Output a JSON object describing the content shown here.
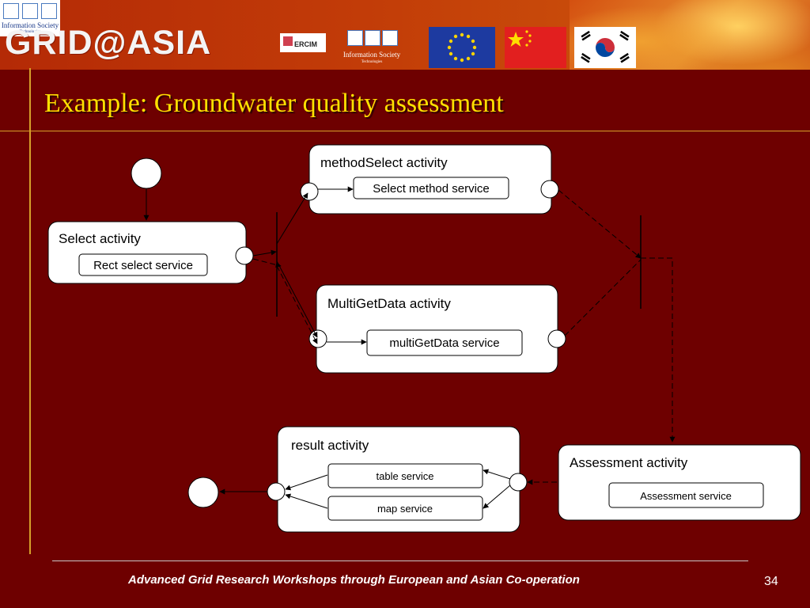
{
  "header": {
    "brand": "GRID@ASIA",
    "ist_caption": "Information Society",
    "ist_subcaption": "Technologies",
    "ercim_label": "ERCIM"
  },
  "slide": {
    "title": "Example: Groundwater quality assessment",
    "footer": "Advanced Grid Research Workshops through European and Asian Co-operation",
    "page_number": "34"
  },
  "diagram": {
    "activities": [
      {
        "key": "select",
        "label": "Select activity",
        "service": "Rect select service"
      },
      {
        "key": "methodselect",
        "label": "methodSelect activity",
        "service": "Select method service"
      },
      {
        "key": "multigetdata",
        "label": "MultiGetData activity",
        "service": "multiGetData service"
      },
      {
        "key": "result",
        "label": "result activity",
        "services": [
          "table service",
          "map service"
        ]
      },
      {
        "key": "assessment",
        "label": "Assessment activity",
        "service": "Assessment service"
      }
    ]
  },
  "colors": {
    "background": "#6e0000",
    "header": "#c23c08",
    "title": "#ffe000",
    "rule": "#d6a02a",
    "node_fill": "#ffffff",
    "stroke": "#000000"
  }
}
